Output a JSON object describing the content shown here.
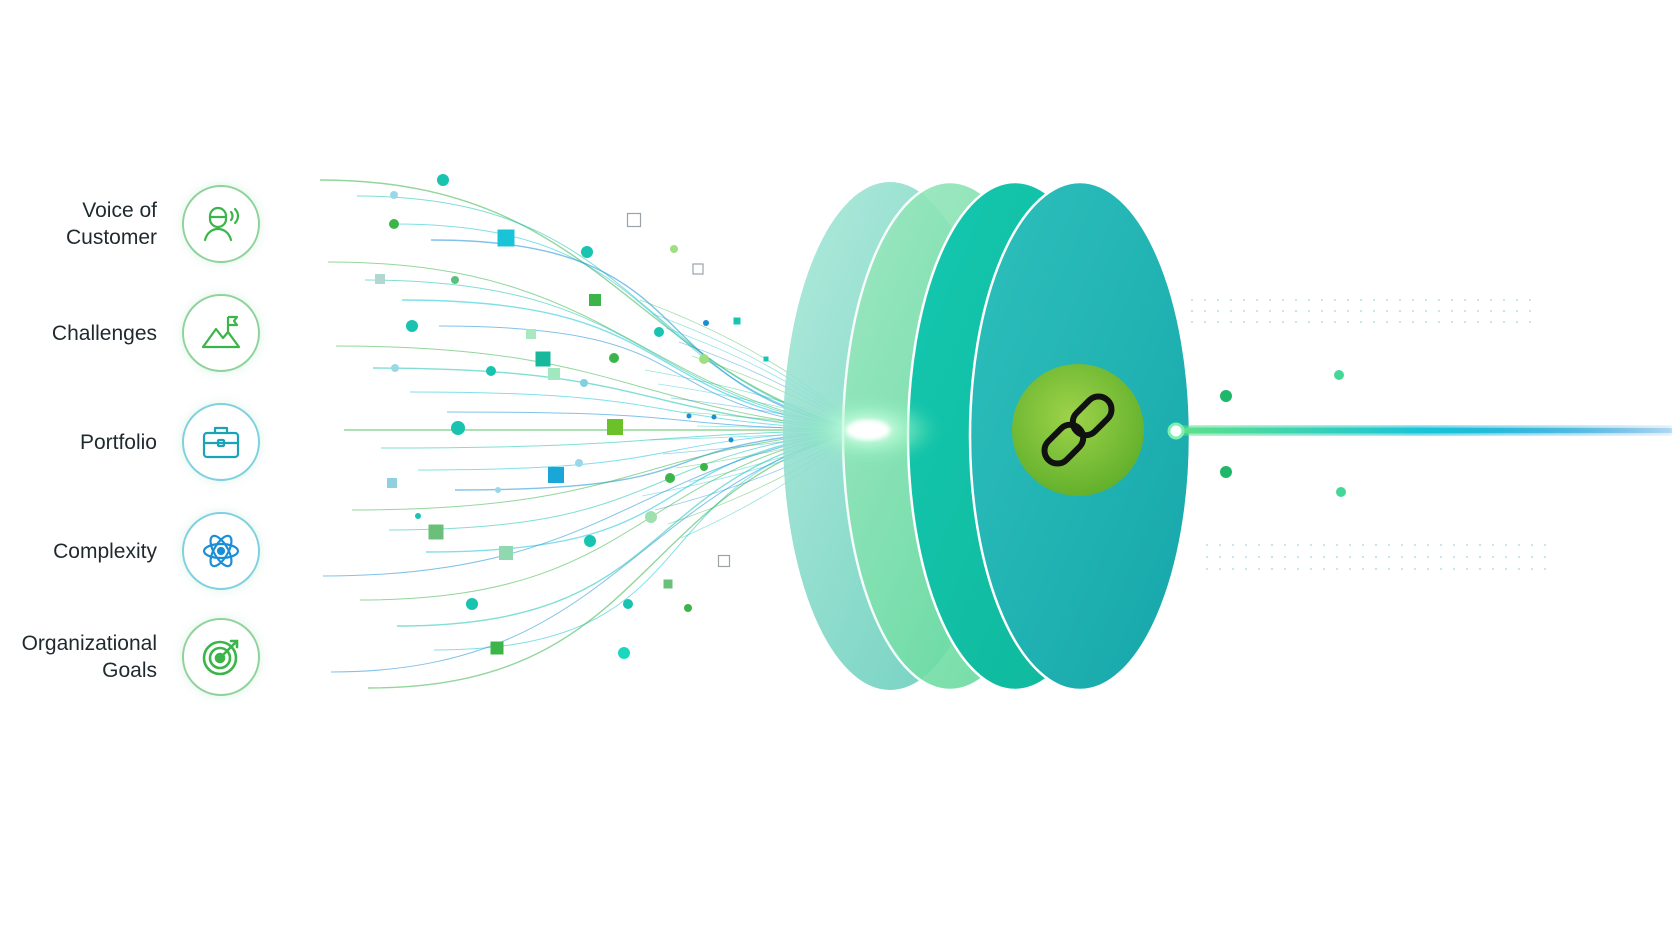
{
  "inputs": [
    {
      "label": "Voice of\nCustomer",
      "icon": "person-speaking-icon",
      "ring_color": "#8fd39a",
      "icon_color": "#3bb54a"
    },
    {
      "label": "Challenges",
      "icon": "mountain-flag-icon",
      "ring_color": "#8fd39a",
      "icon_color": "#3bb54a"
    },
    {
      "label": "Portfolio",
      "icon": "briefcase-icon",
      "ring_color": "#7fd0e0",
      "icon_color": "#1aa3b8"
    },
    {
      "label": "Complexity",
      "icon": "atom-icon",
      "ring_color": "#7fd0e0",
      "icon_color": "#1a8fd6"
    },
    {
      "label": "Organizational\nGoals",
      "icon": "target-icon",
      "ring_color": "#8fd39a",
      "icon_color": "#3bb54a"
    }
  ],
  "hub": {
    "icon": "chain-link-icon",
    "disc_colors": [
      "#8fdcc8",
      "#6fe0b0",
      "#18c3b0",
      "#20b1b3"
    ],
    "badge_color": "#7cc334"
  },
  "colors": {
    "green": "#3bb54a",
    "teal": "#18c3b0",
    "cyan": "#1ac4d8",
    "blue": "#1a8fd6"
  }
}
